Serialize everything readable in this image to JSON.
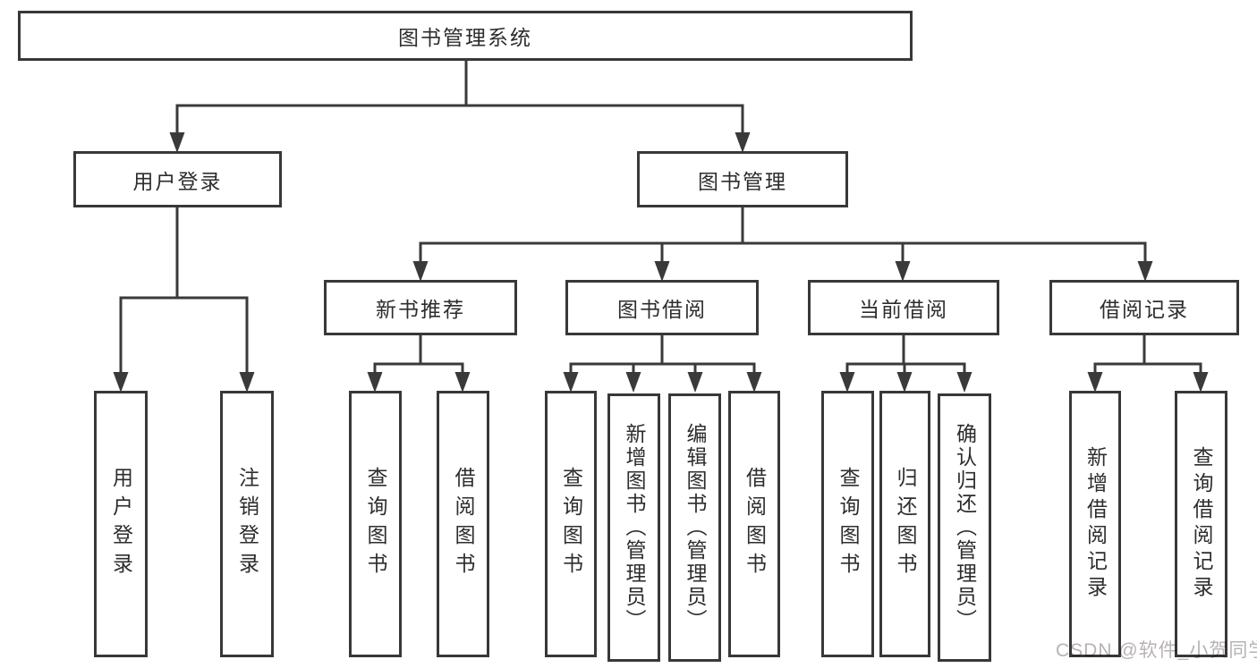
{
  "nodes": {
    "root": "图书管理系统",
    "user_login": "用户登录",
    "book_management": "图书管理",
    "new_book_recommend": "新书推荐",
    "book_borrow": "图书借阅",
    "current_borrow": "当前借阅",
    "borrow_records": "借阅记录",
    "leaf_user_login": "用户登录",
    "leaf_logout": "注销登录",
    "leaf_nb_query_books": "查询图书",
    "leaf_nb_borrow_books": "借阅图书",
    "leaf_bb_query_books": "查询图书",
    "leaf_bb_add_books": "新增图书（管理员）",
    "leaf_bb_edit_books": "编辑图书（管理员）",
    "leaf_bb_borrow_books": "借阅图书",
    "leaf_cb_query_books": "查询图书",
    "leaf_cb_return_books": "归还图书",
    "leaf_cb_confirm_return": "确认归还（管理员）",
    "leaf_br_add_record": "新增借阅记录",
    "leaf_br_query_record": "查询借阅记录"
  },
  "watermark": "CSDN @软件_小贺同学",
  "colors": {
    "line": "#3a3a3a",
    "box_border": "#383838",
    "text": "#2d2d2d",
    "watermark": "#b7b2b4",
    "background": "#ffffff"
  }
}
